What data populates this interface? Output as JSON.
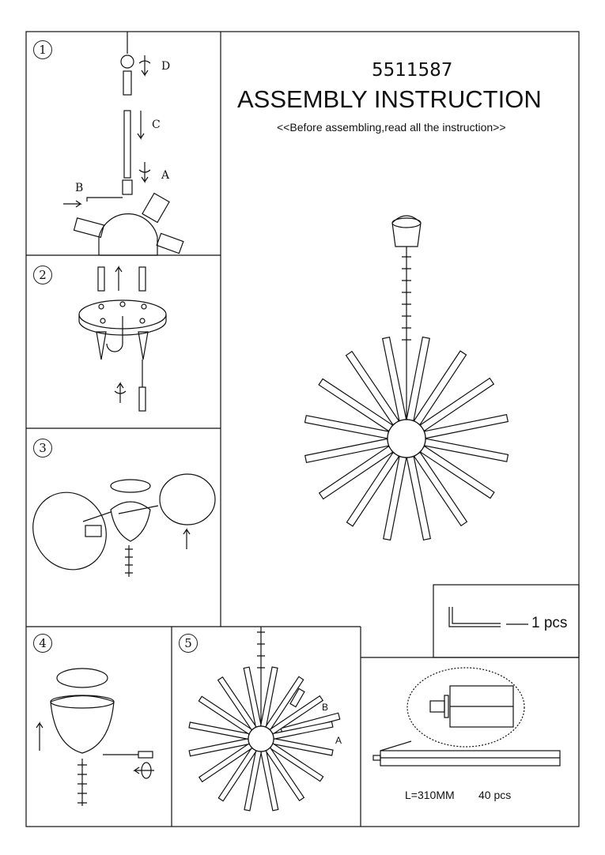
{
  "header": {
    "model_number": "5511587",
    "title": "ASSEMBLY INSTRUCTION",
    "subtitle": "<<Before assembling,read all the instruction>>"
  },
  "steps": [
    {
      "number": "1",
      "labels": [
        "D",
        "C",
        "A",
        "B"
      ]
    },
    {
      "number": "2"
    },
    {
      "number": "3"
    },
    {
      "number": "4"
    },
    {
      "number": "5",
      "labels": [
        "B",
        "A"
      ]
    }
  ],
  "parts": {
    "allen_key_qty": "1 pcs",
    "rod_length": "L=310MM",
    "rod_qty": "40 pcs"
  }
}
